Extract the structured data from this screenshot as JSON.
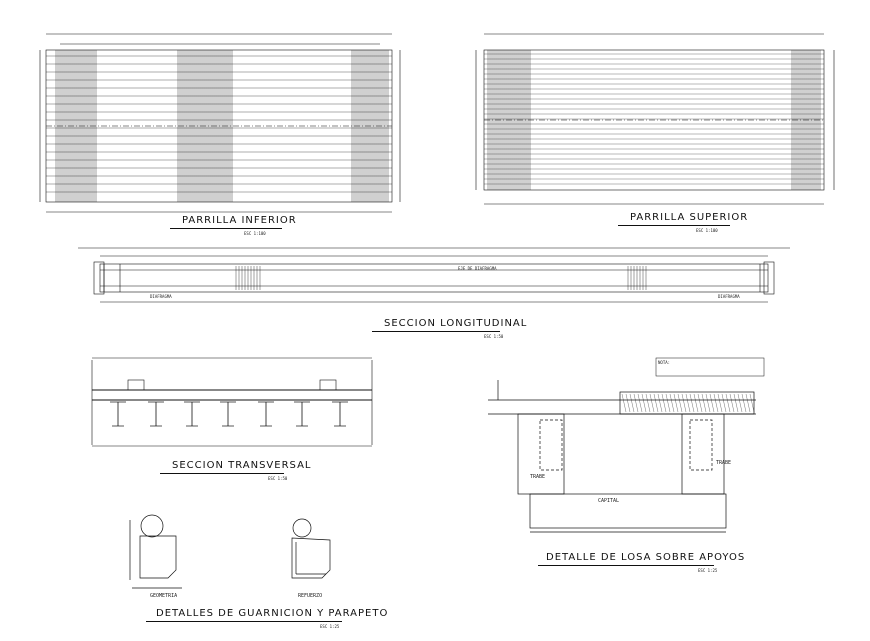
{
  "titles": {
    "parrilla_inferior": "PARRILLA INFERIOR",
    "parrilla_superior": "PARRILLA SUPERIOR",
    "seccion_longitudinal": "SECCION LONGITUDINAL",
    "seccion_transversal": "SECCION TRANSVERSAL",
    "detalle_losa": "DETALLE DE LOSA SOBRE APOYOS",
    "detalles_guarnicion": "DETALLES DE GUARNICION Y PARAPETO"
  },
  "scales": {
    "parrilla_inferior": "ESC 1:100",
    "parrilla_superior": "ESC 1:100",
    "seccion_longitudinal": "ESC 1:50",
    "seccion_transversal": "ESC 1:50",
    "detalle_losa": "ESC 1:25",
    "detalles_guarnicion": "ESC 1:25"
  },
  "labels": {
    "geometria": "GEOMETRIA",
    "refuerzo": "REFUERZO",
    "trabe_left": "TRABE",
    "trabe_right": "TRABE",
    "capitel": "CAPITAL",
    "diafragma_left": "DIAFRAGMA",
    "diafragma_right": "DIAFRAGMA",
    "eje_diafragma": "EJE DE DIAFRAGMA",
    "nota": "NOTA:"
  },
  "colors": {
    "line": "#111111",
    "hatch": "#333333"
  }
}
